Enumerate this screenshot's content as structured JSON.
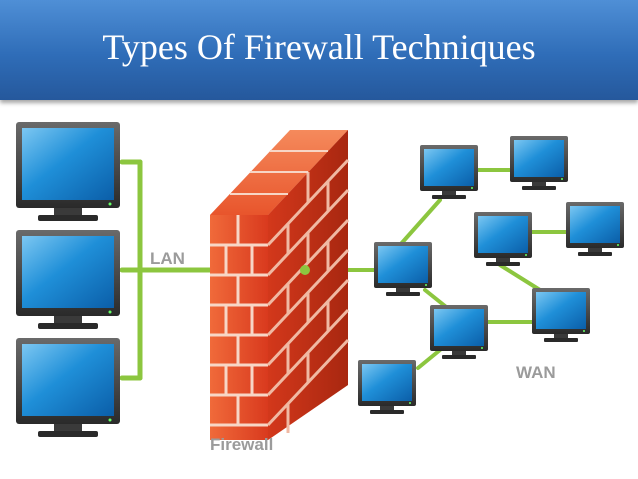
{
  "title": "Types Of Firewall Techniques",
  "labels": {
    "lan": "LAN",
    "wan": "WAN",
    "firewall": "Firewall"
  },
  "colors": {
    "title_bar": "#2f6db8",
    "link_line": "#8cc63f",
    "brick": "#e5472a",
    "mortar": "#f3c9b8",
    "screen": "#1f8fd8",
    "label_gray": "#9b9b9b"
  },
  "icons": {
    "computer": "monitor-icon",
    "firewall": "brick-wall-icon"
  }
}
